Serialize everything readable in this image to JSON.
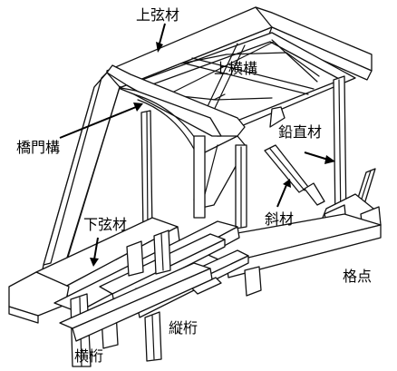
{
  "labels": {
    "top_chord": "上弦材",
    "upper_lateral": "上横構",
    "portal_bracing": "橋門構",
    "vertical": "鉛直材",
    "bottom_chord": "下弦材",
    "diagonal": "斜材",
    "panel_point": "格点",
    "stringer": "縦桁",
    "floor_beam": "横桁"
  }
}
